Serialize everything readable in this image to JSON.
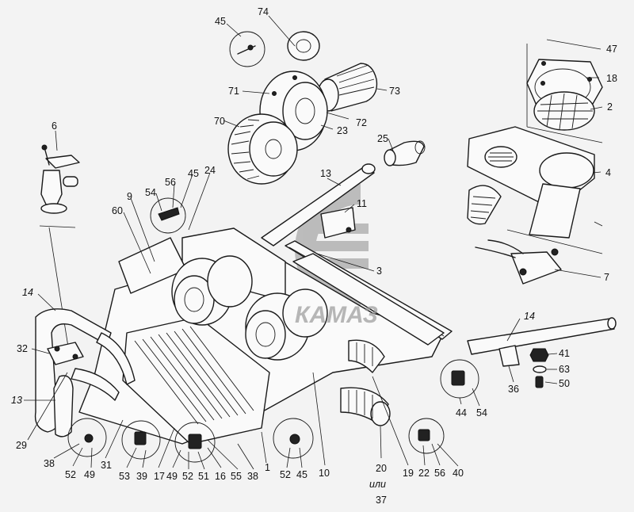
{
  "watermark": {
    "text": "КАМАЗ",
    "color": "#9a9a9a"
  },
  "labels": [
    {
      "id": "l74",
      "text": "74"
    },
    {
      "id": "l45a",
      "text": "45"
    },
    {
      "id": "l71",
      "text": "71"
    },
    {
      "id": "l73",
      "text": "73"
    },
    {
      "id": "l72",
      "text": "72"
    },
    {
      "id": "l70",
      "text": "70"
    },
    {
      "id": "l23",
      "text": "23"
    },
    {
      "id": "l25",
      "text": "25"
    },
    {
      "id": "l6",
      "text": "6"
    },
    {
      "id": "l47",
      "text": "47"
    },
    {
      "id": "l18",
      "text": "18"
    },
    {
      "id": "l2",
      "text": "2"
    },
    {
      "id": "l4",
      "text": "4"
    },
    {
      "id": "l7",
      "text": "7"
    },
    {
      "id": "l3",
      "text": "3"
    },
    {
      "id": "l13a",
      "text": "13"
    },
    {
      "id": "l11",
      "text": "11"
    },
    {
      "id": "l24",
      "text": "24"
    },
    {
      "id": "l45b",
      "text": "45"
    },
    {
      "id": "l56a",
      "text": "56"
    },
    {
      "id": "l54a",
      "text": "54"
    },
    {
      "id": "l9",
      "text": "9"
    },
    {
      "id": "l60",
      "text": "60"
    },
    {
      "id": "l14a",
      "text": "14"
    },
    {
      "id": "l14b",
      "text": "14"
    },
    {
      "id": "l41",
      "text": "41"
    },
    {
      "id": "l63",
      "text": "63"
    },
    {
      "id": "l50",
      "text": "50"
    },
    {
      "id": "l36",
      "text": "36"
    },
    {
      "id": "l44",
      "text": "44"
    },
    {
      "id": "l54b",
      "text": "54"
    },
    {
      "id": "l32",
      "text": "32"
    },
    {
      "id": "l13b",
      "text": "13"
    },
    {
      "id": "l29",
      "text": "29"
    },
    {
      "id": "l38a",
      "text": "38"
    },
    {
      "id": "l52a",
      "text": "52"
    },
    {
      "id": "l49a",
      "text": "49"
    },
    {
      "id": "l31",
      "text": "31"
    },
    {
      "id": "l53",
      "text": "53"
    },
    {
      "id": "l39",
      "text": "39"
    },
    {
      "id": "l17",
      "text": "17"
    },
    {
      "id": "l49b",
      "text": "49"
    },
    {
      "id": "l52b",
      "text": "52"
    },
    {
      "id": "l51",
      "text": "51"
    },
    {
      "id": "l16",
      "text": "16"
    },
    {
      "id": "l55",
      "text": "55"
    },
    {
      "id": "l38b",
      "text": "38"
    },
    {
      "id": "l1",
      "text": "1"
    },
    {
      "id": "l52c",
      "text": "52"
    },
    {
      "id": "l45c",
      "text": "45"
    },
    {
      "id": "l10",
      "text": "10"
    },
    {
      "id": "l20",
      "text": "20"
    },
    {
      "id": "lili",
      "text": "или"
    },
    {
      "id": "l37",
      "text": "37"
    },
    {
      "id": "l19",
      "text": "19"
    },
    {
      "id": "l22",
      "text": "22"
    },
    {
      "id": "l56b",
      "text": "56"
    },
    {
      "id": "l40",
      "text": "40"
    }
  ]
}
